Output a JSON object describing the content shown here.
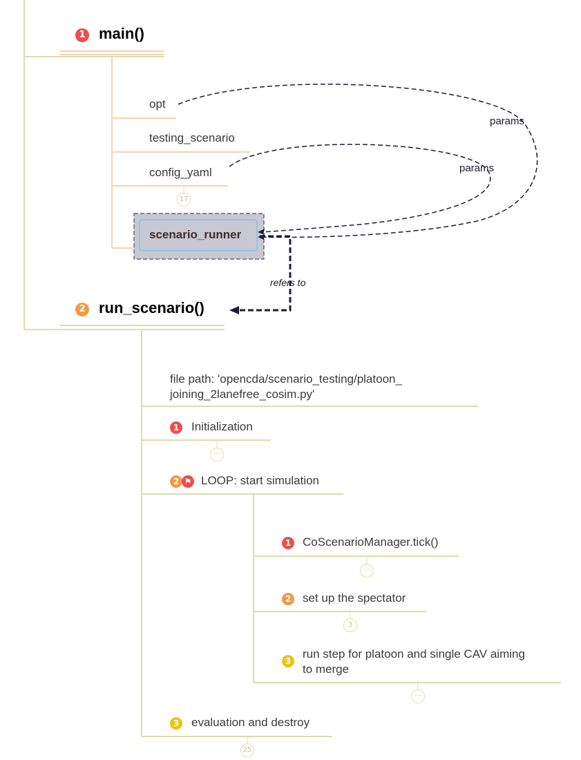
{
  "colors": {
    "main_branch": "#f6d3ad",
    "tree_branch": "#dcdcac",
    "edge": "#1b1b3a",
    "badge_red": "#ee4d4d",
    "badge_orange": "#f39a45",
    "badge_yellow": "#efc40f",
    "selected_fill": "#c8c8d2",
    "selected_border": "#8fc6ea"
  },
  "nodes": {
    "main": {
      "num": "1",
      "label": "main()"
    },
    "opt": "opt",
    "testing_scenario": "testing_scenario",
    "config_yaml": "config_yaml",
    "config_count": "17",
    "scenario_runner": "scenario_runner",
    "run_scenario": {
      "num": "2",
      "label": "run_scenario()"
    },
    "file_path": {
      "line1": "file path: 'opencda/scenario_testing/platoon_",
      "line2": "joining_2lanefree_cosim.py'"
    },
    "initialization": {
      "num": "1",
      "label": "Initialization",
      "count": "···"
    },
    "loop": {
      "num": "2",
      "label": "LOOP: start simulation"
    },
    "tick": {
      "num": "1",
      "label": "CoScenarioManager.tick()",
      "count": "···"
    },
    "spectator": {
      "num": "2",
      "label": "set up the spectator",
      "count": "3"
    },
    "run_step": {
      "num": "3",
      "line1": "run step for platoon and single CAV aiming",
      "line2": "to merge",
      "count": "···"
    },
    "evaluation": {
      "num": "3",
      "label": "evaluation and destroy",
      "count": "25"
    }
  },
  "edges": {
    "params_outer": "params",
    "params_inner": "params",
    "refers_to": "refers to"
  }
}
